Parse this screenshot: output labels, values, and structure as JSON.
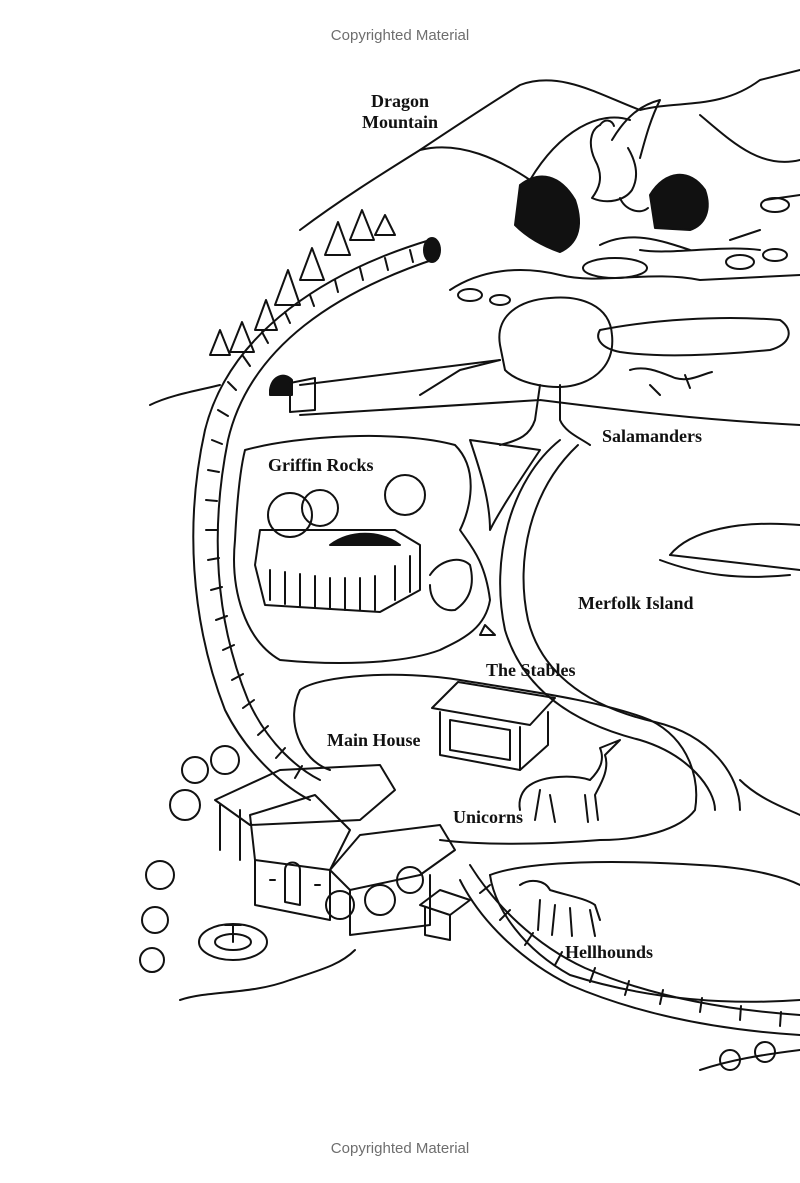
{
  "header": {
    "copyright": "Copyrighted Material"
  },
  "footer": {
    "copyright": "Copyrighted Material"
  },
  "map": {
    "labels": {
      "dragon_mountain_line1": "Dragon",
      "dragon_mountain_line2": "Mountain",
      "salamanders": "Salamanders",
      "griffin_rocks": "Griffin Rocks",
      "merfolk_island": "Merfolk Island",
      "the_stables": "The Stables",
      "main_house": "Main House",
      "unicorns": "Unicorns",
      "hellhounds": "Hellhounds"
    }
  },
  "colors": {
    "ink": "#111111",
    "paper": "#ffffff",
    "copyright_gray": "#6e6e6e"
  }
}
